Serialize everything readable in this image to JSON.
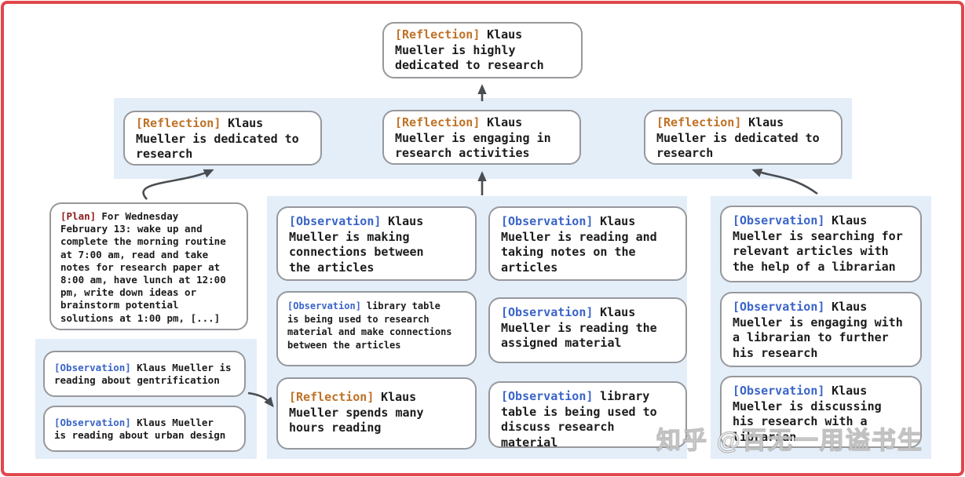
{
  "watermark": "知乎 @百无一用谥书生",
  "colors": {
    "frame": "#e0474b",
    "band": "#e4eef9",
    "border": "#97989c",
    "text": "#1b1b1b",
    "reflection": "#bf7226",
    "observation": "#3a64c8",
    "plan": "#8c1d1d",
    "arrow": "#4a4d52"
  },
  "nodes": {
    "root": {
      "tag": "[Reflection]",
      "text": "Klaus\nMueller is highly\ndedicated to research"
    },
    "row2": [
      {
        "tag": "[Reflection]",
        "text": "Klaus\nMueller is dedicated to\nresearch"
      },
      {
        "tag": "[Reflection]",
        "text": "Klaus\nMueller is engaging in\nresearch activities"
      },
      {
        "tag": "[Reflection]",
        "text": "Klaus\nMueller is dedicated to\nresearch"
      }
    ],
    "plan": {
      "tag": "[Plan]",
      "text": "For Wednesday\nFebruary 13: wake up and\ncomplete the morning routine\nat 7:00 am, read and take\nnotes for research paper at\n8:00 am, have lunch at 12:00\npm, write down ideas or\nbrainstorm potential\nsolutions at 1:00 pm, [...]"
    },
    "left_observations": [
      {
        "tag": "[Observation]",
        "text": "Klaus Mueller is\nreading about gentrification"
      },
      {
        "tag": "[Observation]",
        "text": "Klaus Mueller\nis reading about urban design"
      }
    ],
    "middle_col_a": [
      {
        "tag": "[Observation]",
        "text": "Klaus\nMueller is making\nconnections between\nthe articles"
      },
      {
        "tag": "[Observation]",
        "text": "library table\nis being used to research\nmaterial and make connections\nbetween the articles"
      },
      {
        "tag": "[Reflection]",
        "text": "Klaus\nMueller spends many\nhours reading"
      }
    ],
    "middle_col_b": [
      {
        "tag": "[Observation]",
        "text": "Klaus\nMueller is reading and\ntaking notes on the\narticles"
      },
      {
        "tag": "[Observation]",
        "text": "Klaus\nMueller is reading the\nassigned material"
      },
      {
        "tag": "[Observation]",
        "text": "library\ntable is being used to\ndiscuss research material"
      }
    ],
    "right_col": [
      {
        "tag": "[Observation]",
        "text": "Klaus\nMueller is searching for\nrelevant articles with\nthe help of a librarian"
      },
      {
        "tag": "[Observation]",
        "text": "Klaus\nMueller is engaging with\na librarian to further\nhis research"
      },
      {
        "tag": "[Observation]",
        "text": "Klaus\nMueller is discussing\nhis research with a\nlibrarian"
      }
    ]
  }
}
